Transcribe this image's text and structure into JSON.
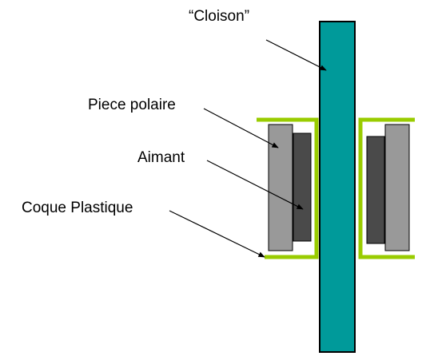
{
  "labels": {
    "cloison": "“Cloison”",
    "piece_polaire": "Piece polaire",
    "aimant": "Aimant",
    "coque_plastique": "Coque Plastique"
  },
  "colors": {
    "cloison": "#009a9a",
    "piece_polaire": "#999999",
    "aimant": "#4a4a4a",
    "coque_plastique": "#99cc00",
    "outline": "#000000",
    "background": "#ffffff"
  }
}
